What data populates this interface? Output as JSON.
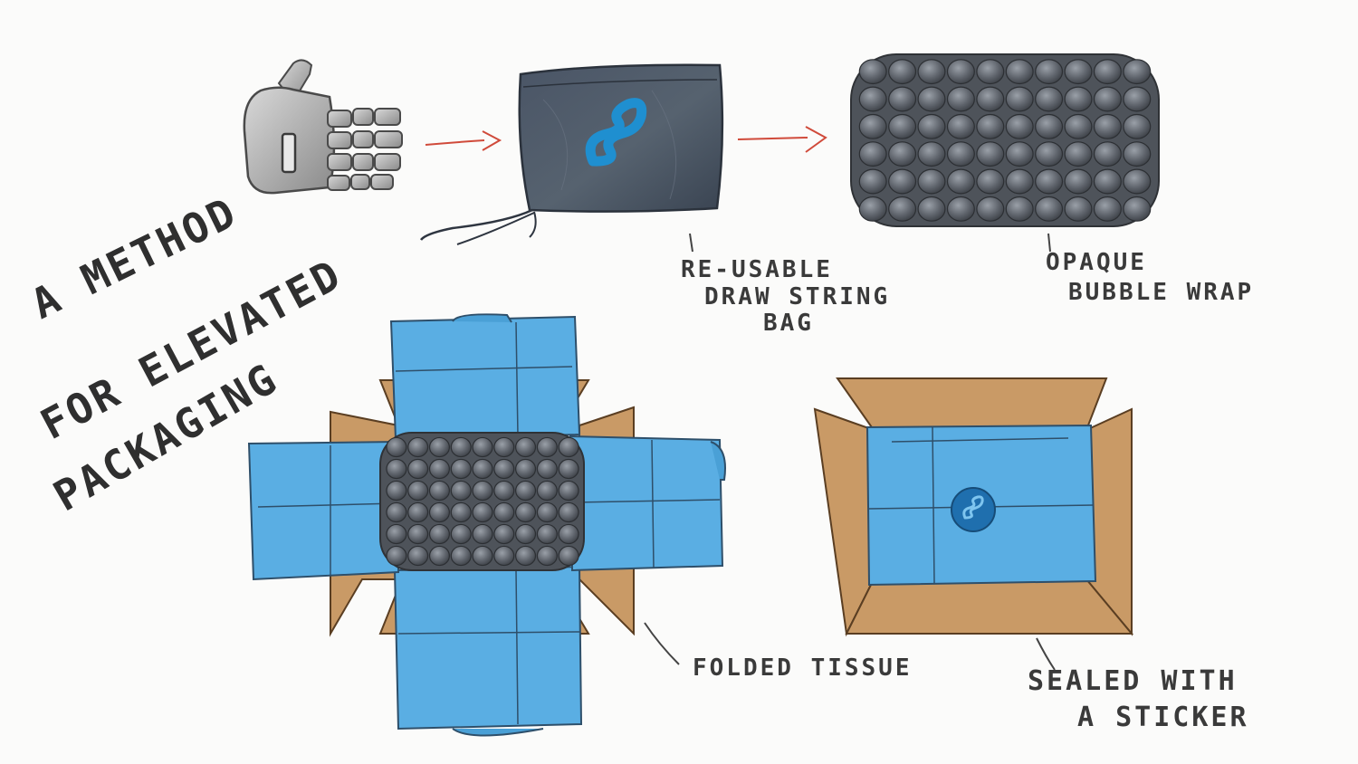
{
  "title": {
    "lines": [
      "A METHOD",
      "FOR ELEVATED",
      "PACKAGING"
    ]
  },
  "labels": {
    "bag": [
      "RE-USABLE",
      "DRAW STRING",
      "BAG"
    ],
    "wrap": [
      "OPAQUE",
      "BUBBLE WRAP"
    ],
    "tissue": "FOLDED TISSUE",
    "sealed": [
      "SEALED WITH",
      "A STICKER"
    ]
  },
  "colors": {
    "arrow": "#d04a3a",
    "tissue": "#5aaee3",
    "cardboard": "#c99a66",
    "bag": "#44505f",
    "logo": "#1f8fd0",
    "wrap": "#5b5f66"
  },
  "icons": [
    "robot-hand-icon",
    "infinity-logo-icon",
    "arrow-icon"
  ]
}
